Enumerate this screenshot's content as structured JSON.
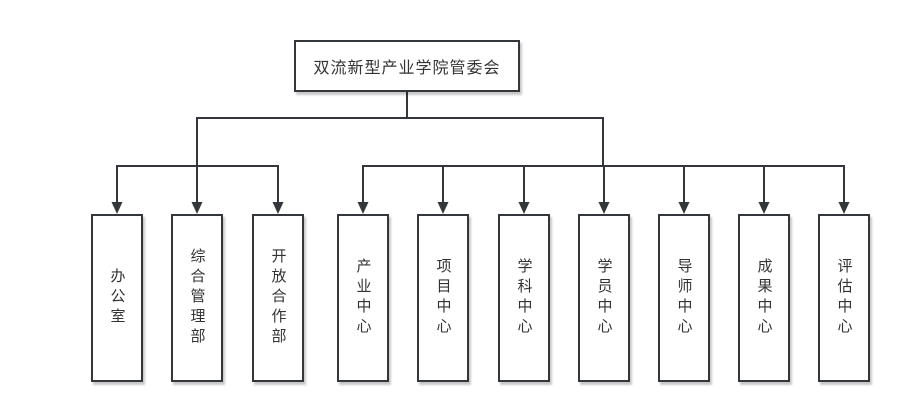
{
  "diagram": {
    "title": "org-structure-chart",
    "root": {
      "label": "双流新型产业学院管委会"
    },
    "departments": [
      {
        "label": "办公室"
      },
      {
        "label": "综合管理部"
      },
      {
        "label": "开放合作部"
      },
      {
        "label": "产业中心"
      },
      {
        "label": "项目中心"
      },
      {
        "label": "学科中心"
      },
      {
        "label": "学员中心"
      },
      {
        "label": "导师中心"
      },
      {
        "label": "成果中心"
      },
      {
        "label": "评估中心"
      }
    ],
    "colors": {
      "line": "#33373b",
      "text": "#333333",
      "background": "#ffffff",
      "node_background": "#ffffff"
    }
  }
}
